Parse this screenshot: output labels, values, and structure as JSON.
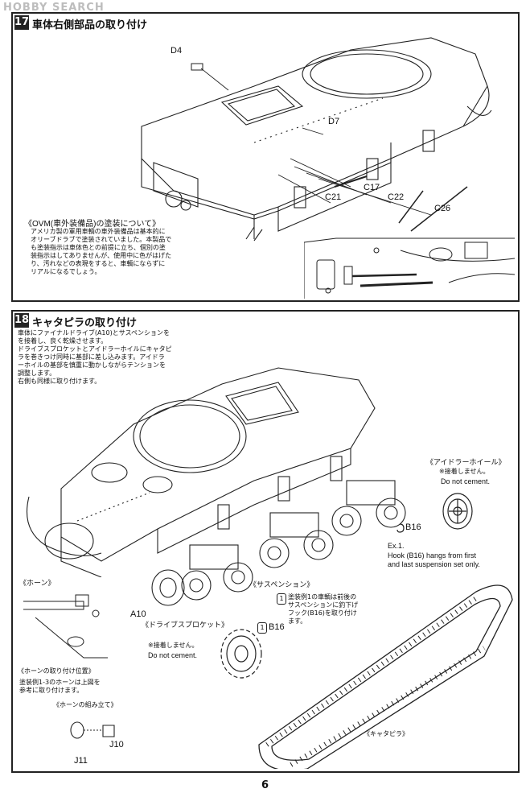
{
  "watermark": "HOBBY SEARCH",
  "step17": {
    "number": "17",
    "title": "車体右側部品の取り付け",
    "parts": {
      "d4": "D4",
      "d7": "D7",
      "c17": "C17",
      "c21": "C21",
      "c22": "C22",
      "c26": "C26"
    },
    "ovm_heading": "《OVM(車外装備品)の塗装について》",
    "ovm_lines": [
      "アメリカ製の軍用車輌の車外装備品は基本的に",
      "オリーブドラブで塗装されていました。本製品で",
      "も塗装指示は車体色との前提に立ち、個別の塗",
      "装指示はしてありませんが、使用中に色がはげた",
      "り、汚れなどの表現をすると、車輌にならずに",
      "リアルになるでしょう。"
    ]
  },
  "step18": {
    "number": "18",
    "title": "キャタピラの取り付け",
    "intro_lines": [
      "車体にファイナルドライブ(A10)とサスペンションを",
      "を接着し、良く乾燥させます。",
      "ドライブスプロケットとアイドラーホイルにキャタピ",
      "ラを巻きつけ同時に基部に差し込みます。アイドラ",
      "ーホイルの基部を慎重に動かしながらテンションを",
      "調整します。",
      "右側も同様に取り付けます。"
    ],
    "idler_label": "《アイドラーホイール》",
    "idler_note_jp": "※接着しません。",
    "idler_note_en": "Do not cement.",
    "b16_top": "B16",
    "ex1_label": "Ex.1.",
    "ex1_lines": [
      "Hook (B16) hangs from first",
      "and last suspension set only."
    ],
    "horn_label": "《ホーン》",
    "a10": "A10",
    "suspension_label": "《サスペンション》",
    "note_lines": [
      "塗装例1の車輌は前後の",
      "サスペンションに釣下げ",
      "フック(B16)を取り付け",
      "ます。"
    ],
    "b16_bottom": "B16",
    "sprocket_label": "《ドライブスプロケット》",
    "sprocket_note_jp": "※接着しません。",
    "sprocket_note_en": "Do not cement.",
    "horn_position_label": "《ホーンの取り付け位置》",
    "horn_position_lines": [
      "塗装例1-3のホーンは上図を",
      "参考に取り付けます。"
    ],
    "horn_assembly_label": "《ホーンの組み立て》",
    "j10": "J10",
    "j11": "J11",
    "track_label": "《キャタピラ》"
  },
  "page_number": "6"
}
